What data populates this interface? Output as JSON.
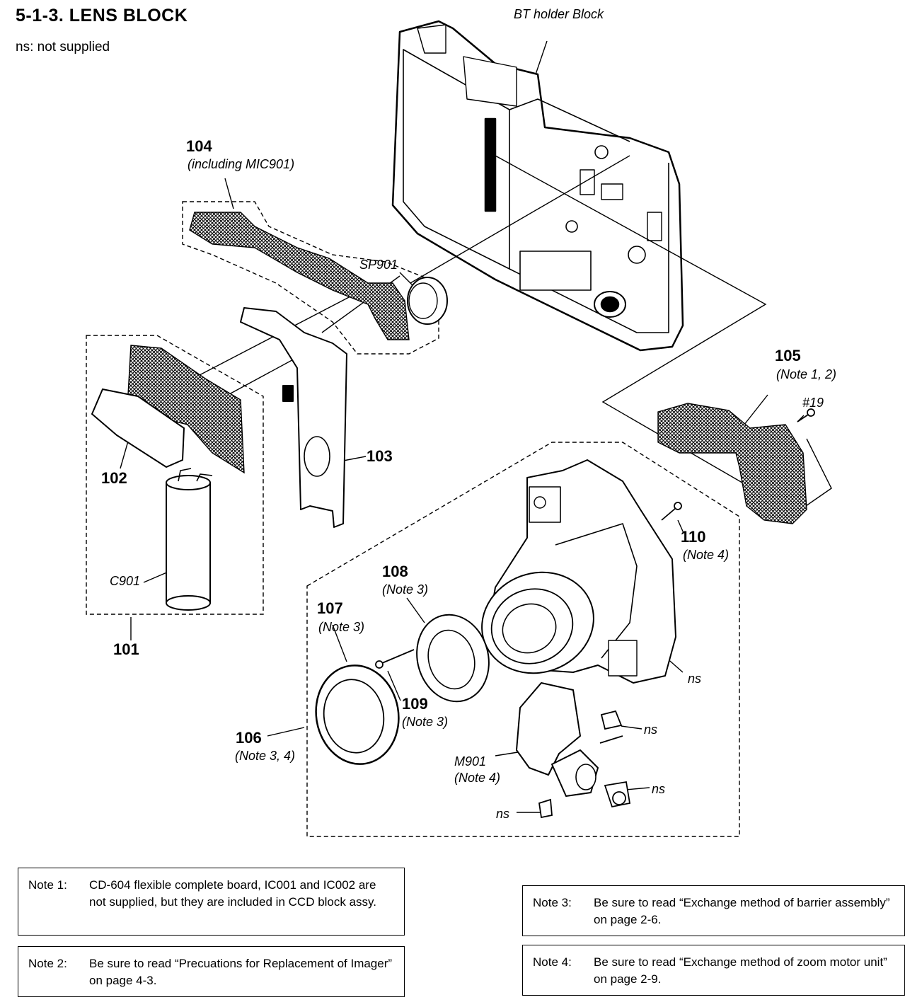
{
  "header": {
    "title": "5-1-3.  LENS BLOCK",
    "subtitle": "ns: not supplied"
  },
  "labels": {
    "bt_holder": "BT holder Block",
    "p104": "104",
    "p104_note": "(including MIC901)",
    "sp901": "SP901",
    "p105": "105",
    "p105_note": "(Note 1, 2)",
    "screw19": "#19",
    "p101": "101",
    "p102": "102",
    "p103": "103",
    "c901": "C901",
    "p110": "110",
    "p110_note": "(Note 4)",
    "p108": "108",
    "p108_note": "(Note 3)",
    "p107": "107",
    "p107_note": "(Note 3)",
    "p109": "109",
    "p109_note": "(Note 3)",
    "p106": "106",
    "p106_note": "(Note 3, 4)",
    "m901": "M901",
    "m901_note": "(Note 4)",
    "ns": "ns"
  },
  "notes": [
    {
      "label": "Note 1:",
      "text": "CD-604 flexible complete board, IC001 and IC002 are not supplied, but they are included in CCD block assy."
    },
    {
      "label": "Note 2:",
      "text": "Be sure to read “Precuations for Replacement of Imager” on page 4-3."
    },
    {
      "label": "Note 3:",
      "text": "Be sure to read “Exchange method of barrier assembly” on page 2-6."
    },
    {
      "label": "Note 4:",
      "text": "Be sure to read “Exchange method of zoom motor unit” on page 2-9."
    }
  ]
}
